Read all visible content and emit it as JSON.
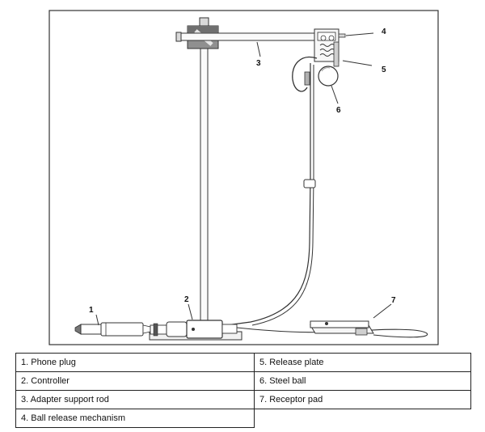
{
  "diagram": {
    "callouts": [
      "1",
      "2",
      "3",
      "4",
      "5",
      "6",
      "7"
    ]
  },
  "legend": {
    "rows": [
      [
        "1. Phone plug",
        "5. Release plate"
      ],
      [
        "2. Controller",
        "6. Steel ball"
      ],
      [
        "3. Adapter support rod",
        "7. Receptor pad"
      ],
      [
        "4. Ball release mechanism",
        ""
      ]
    ]
  }
}
